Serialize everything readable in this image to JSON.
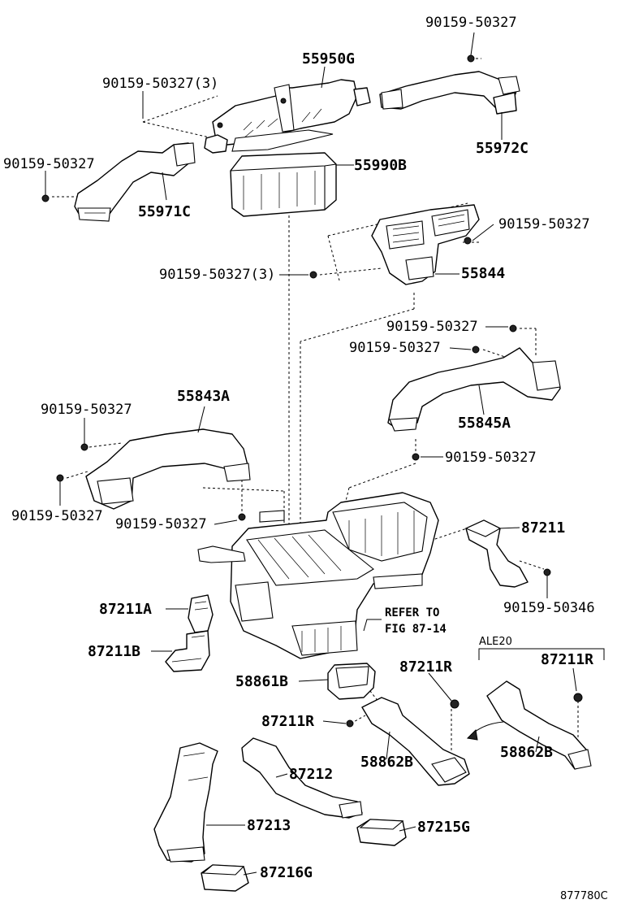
{
  "labels": {
    "p90159_top_right": "90159-50327",
    "p55950G": "55950G",
    "p90159_3_top": "90159-50327(3)",
    "p55972C": "55972C",
    "p90159_left_top": "90159-50327",
    "p55990B": "55990B",
    "p55971C": "55971C",
    "p90159_mid_right": "90159-50327",
    "p90159_3_mid": "90159-50327(3)",
    "p55844": "55844",
    "p90159_r1": "90159-50327",
    "p90159_r2": "90159-50327",
    "p55843A": "55843A",
    "p90159_left_mid": "90159-50327",
    "p55845A": "55845A",
    "p90159_r3": "90159-50327",
    "p90159_left_low": "90159-50327",
    "p90159_center": "90159-50327",
    "p87211": "87211",
    "p90159_50346": "90159-50346",
    "p87211A": "87211A",
    "refer_line1": "REFER TO",
    "refer_line2": "FIG 87-14",
    "p87211B": "87211B",
    "ale20": "ALE20",
    "p87211R_center": "87211R",
    "p87211R_right": "87211R",
    "p58861B": "58861B",
    "p87211R_left": "87211R",
    "p58862B_center": "58862B",
    "p58862B_right": "58862B",
    "p87212": "87212",
    "p87213": "87213",
    "p87215G": "87215G",
    "p87216G": "87216G",
    "figure_id": "877780C"
  }
}
